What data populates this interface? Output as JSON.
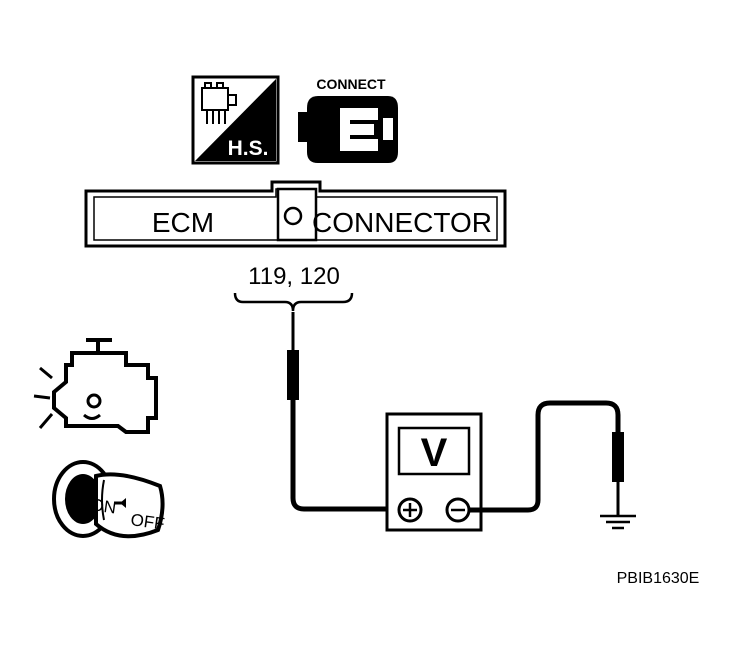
{
  "hs_badge": {
    "label": "H.S."
  },
  "connect_badge": {
    "label": "CONNECT"
  },
  "connector": {
    "left_label": "ECM",
    "right_label": "CONNECTOR"
  },
  "terminals": {
    "label": "119, 120"
  },
  "meter": {
    "label": "V"
  },
  "ignition": {
    "on_label": "ON",
    "off_label": "OFF"
  },
  "figure_code": "PBIB1630E"
}
